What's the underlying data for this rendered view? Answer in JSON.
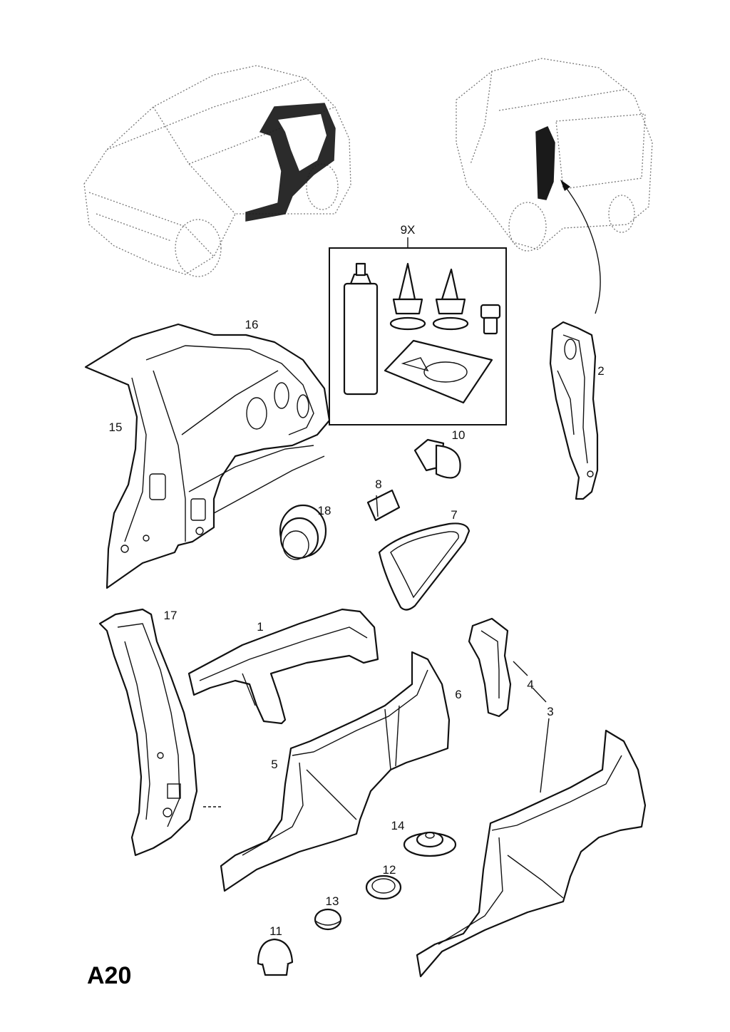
{
  "diagram": {
    "code": "A20",
    "labels": {
      "p1": "1",
      "p2": "2",
      "p3": "3",
      "p4": "4",
      "p5": "5",
      "p6": "6",
      "p7": "7",
      "p8": "8",
      "p9": "9X",
      "p10": "10",
      "p11": "11",
      "p12": "12",
      "p13": "13",
      "p14": "14",
      "p15": "15",
      "p16": "16",
      "p17": "17",
      "p18": "18"
    }
  }
}
